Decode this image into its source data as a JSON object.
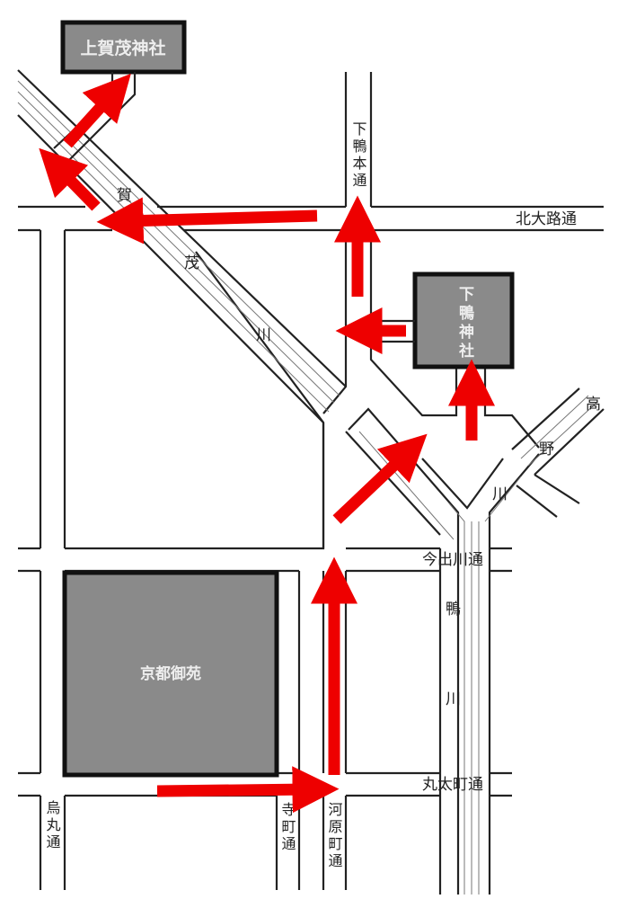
{
  "shrines": {
    "kamigamo": "上賀茂神社",
    "shimogamo": "下鴨神社",
    "gosho": "京都御苑"
  },
  "roads": {
    "kitaoji": "北大路通",
    "shimogamo_hon": "下鴨本通",
    "imadegawa": "今出川通",
    "marutamachi": "丸太町通",
    "karasuma": "烏丸通",
    "teramachi": "寺町通",
    "kawaramachi": "河原町通"
  },
  "rivers": {
    "kamogawa_upper": [
      "賀",
      "茂",
      "川"
    ],
    "kamogawa_lower": [
      "鴨",
      "川"
    ],
    "takano": [
      "高",
      "野",
      "川"
    ]
  },
  "colors": {
    "route": "#ee0000",
    "block": "#8a8a8a"
  }
}
